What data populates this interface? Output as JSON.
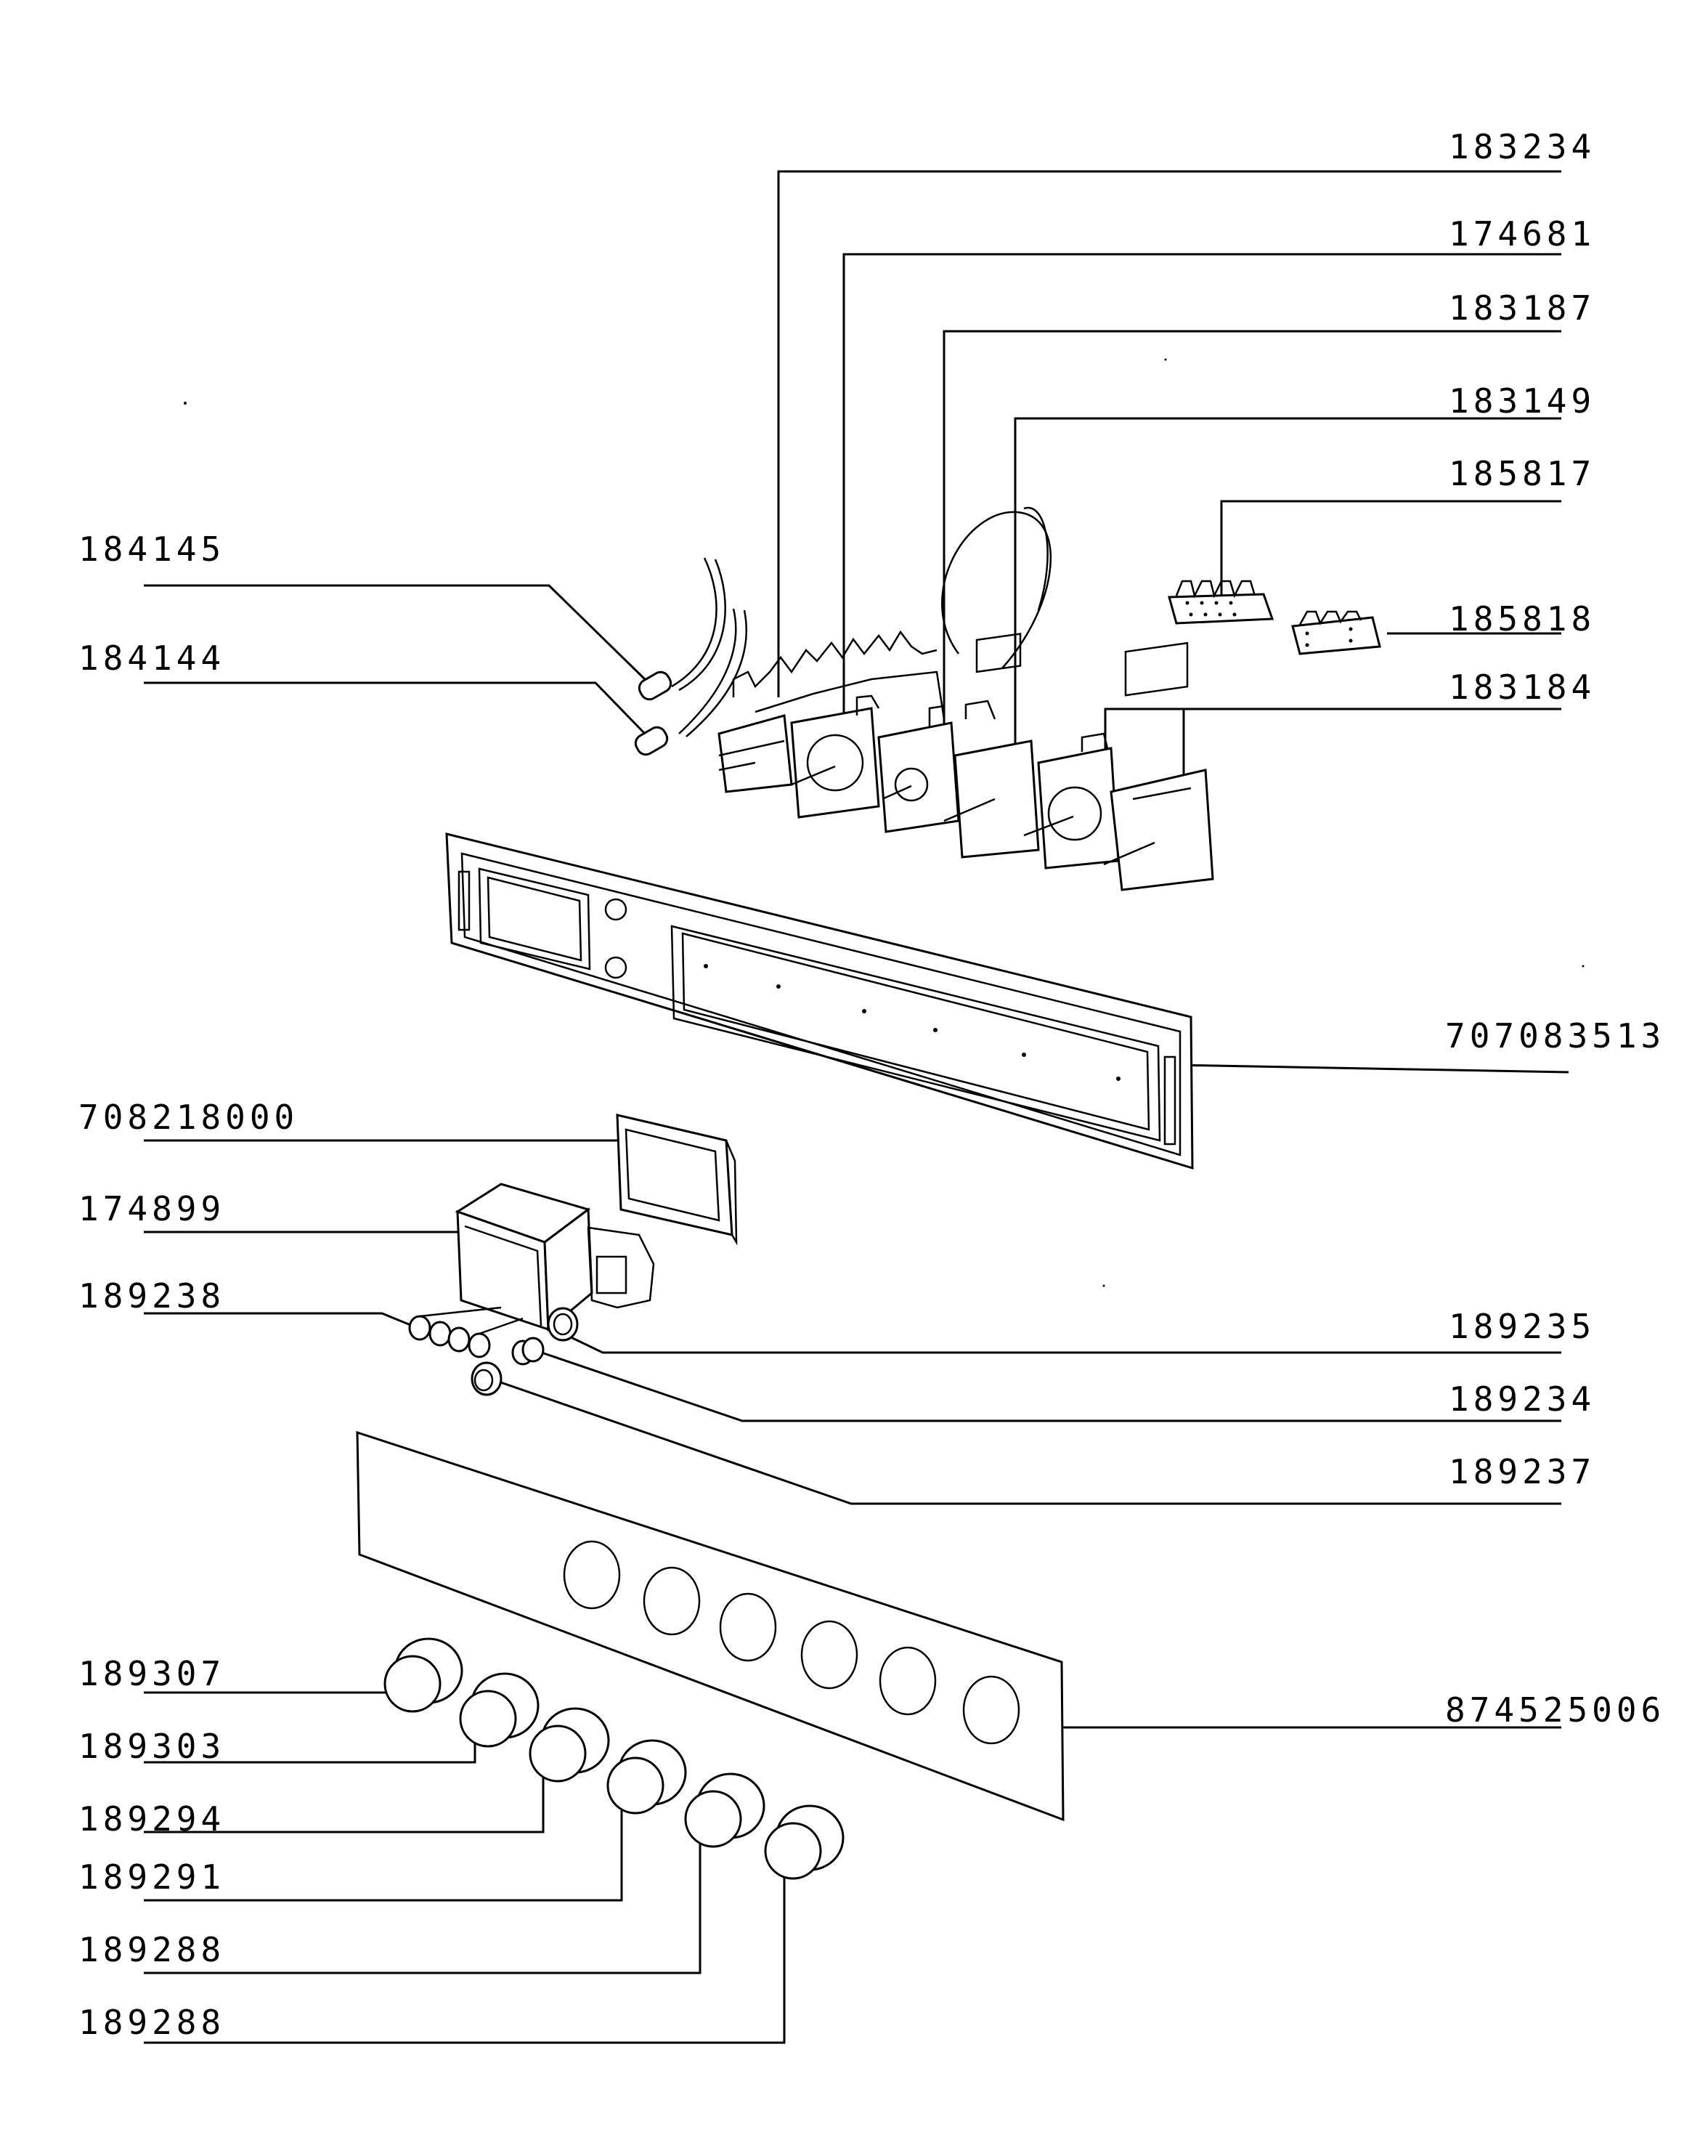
{
  "parts": [
    {
      "id": "p183234",
      "number": "183234"
    },
    {
      "id": "p174681",
      "number": "174681"
    },
    {
      "id": "p183187",
      "number": "183187"
    },
    {
      "id": "p183149",
      "number": "183149"
    },
    {
      "id": "p185817",
      "number": "185817"
    },
    {
      "id": "p185818",
      "number": "185818"
    },
    {
      "id": "p183184",
      "number": "183184"
    },
    {
      "id": "p184145",
      "number": "184145"
    },
    {
      "id": "p184144",
      "number": "184144"
    },
    {
      "id": "p707083513",
      "number": "707083513"
    },
    {
      "id": "p708218000",
      "number": "708218000"
    },
    {
      "id": "p174899",
      "number": "174899"
    },
    {
      "id": "p189238",
      "number": "189238"
    },
    {
      "id": "p189235",
      "number": "189235"
    },
    {
      "id": "p189234",
      "number": "189234"
    },
    {
      "id": "p189237",
      "number": "189237"
    },
    {
      "id": "p189307",
      "number": "189307"
    },
    {
      "id": "p874525006",
      "number": "874525006"
    },
    {
      "id": "p189303",
      "number": "189303"
    },
    {
      "id": "p189294",
      "number": "189294"
    },
    {
      "id": "p189291",
      "number": "189291"
    },
    {
      "id": "p189288a",
      "number": "189288"
    },
    {
      "id": "p189288b",
      "number": "189288"
    }
  ]
}
